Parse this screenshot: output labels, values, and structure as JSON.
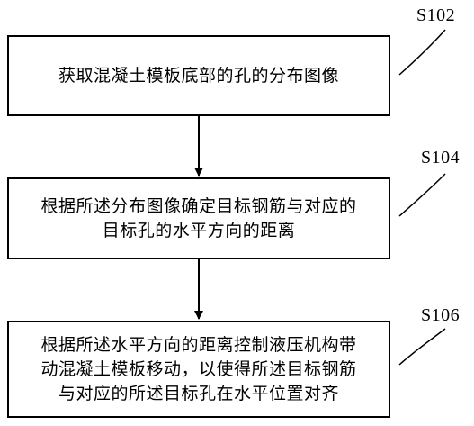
{
  "steps": [
    {
      "id": "S102",
      "text": "获取混凝土模板底部的孔的分布图像"
    },
    {
      "id": "S104",
      "text": "根据所述分布图像确定目标钢筋与对应的\n目标孔的水平方向的距离"
    },
    {
      "id": "S106",
      "text": "根据所述水平方向的距离控制液压机构带\n动混凝土模板移动，以使得所述目标钢筋\n与对应的所述目标孔在水平位置对齐"
    }
  ]
}
